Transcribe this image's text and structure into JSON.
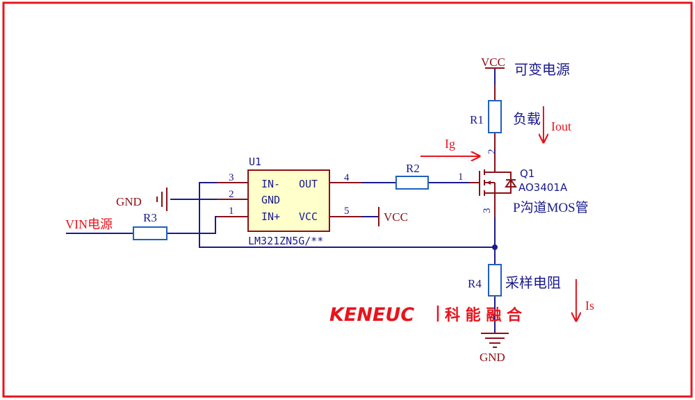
{
  "colors": {
    "frame": "#e8141c",
    "wire": "#1a1a8c",
    "component": "#8b0f16",
    "label": "#1a1a8c",
    "annotation": "#e8141c",
    "resistor_fill": "#ffffff",
    "resistor_stroke": "#1f5fbf",
    "chip_fill": "#ffffcc"
  },
  "diagram": {
    "power_vcc_top": "VCC",
    "power_vcc_right": "VCC",
    "gnd_left": "GND",
    "gnd_bottom": "GND",
    "variable_supply": "可变电源",
    "vin": "VIN电源",
    "iout": "Iout",
    "ig": "Ig",
    "is": "Is",
    "r1": {
      "designator": "R1",
      "desc": "负载"
    },
    "r2": {
      "designator": "R2"
    },
    "r3": {
      "designator": "R3"
    },
    "r4": {
      "designator": "R4",
      "desc": "采样电阻"
    },
    "q1": {
      "designator": "Q1",
      "part": "AO3401A",
      "desc": "P沟道MOS管",
      "pin_gate": "1",
      "pin_drain": "2",
      "pin_source": "3"
    },
    "u1": {
      "designator": "U1",
      "part": "LM321ZN5G/**",
      "pins_left": [
        {
          "num": "3",
          "name": "IN-"
        },
        {
          "num": "2",
          "name": "GND"
        },
        {
          "num": "1",
          "name": "IN+"
        }
      ],
      "pins_right": [
        {
          "num": "4",
          "name": "OUT"
        },
        {
          "num": "5",
          "name": "VCC"
        }
      ]
    },
    "logo": {
      "brand": "KENEUC",
      "cn": "科 能 融 合"
    }
  }
}
